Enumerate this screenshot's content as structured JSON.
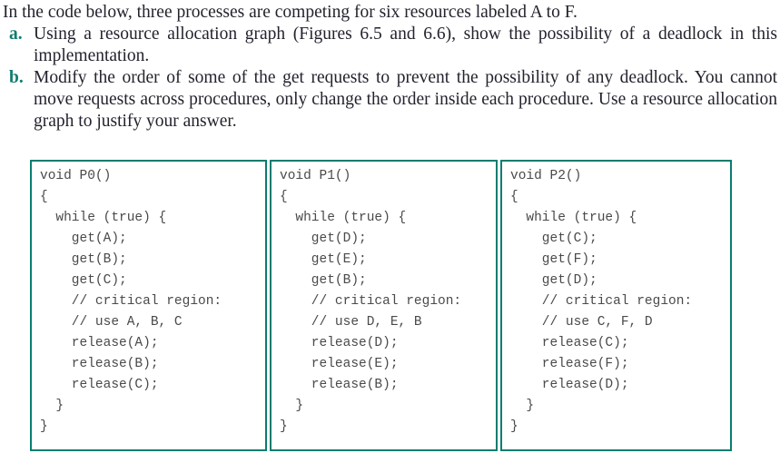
{
  "exercise": {
    "intro": "In the code below, three processes are competing for six resources labeled A to F.",
    "items": [
      {
        "marker": "a.",
        "text": "Using a resource allocation graph (Figures 6.5 and 6.6), show the possibility of a deadlock in this implementation."
      },
      {
        "marker": "b.",
        "text": "Modify the order of some of the get requests to prevent the possibility of any deadlock. You cannot move requests across procedures, only change the order inside each procedure. Use a resource allocation graph to justify your answer."
      }
    ]
  },
  "code_boxes": [
    {
      "process": "P0",
      "lines": [
        "void P0()",
        "{",
        "  while (true) {",
        "    get(A);",
        "    get(B);",
        "    get(C);",
        "    // critical region:",
        "    // use A, B, C",
        "    release(A);",
        "    release(B);",
        "    release(C);",
        "  }",
        "}"
      ]
    },
    {
      "process": "P1",
      "lines": [
        "void P1()",
        "{",
        "  while (true) {",
        "    get(D);",
        "    get(E);",
        "    get(B);",
        "    // critical region:",
        "    // use D, E, B",
        "    release(D);",
        "    release(E);",
        "    release(B);",
        "  }",
        "}"
      ]
    },
    {
      "process": "P2",
      "lines": [
        "void P2()",
        "{",
        "  while (true) {",
        "    get(C);",
        "    get(F);",
        "    get(D);",
        "    // critical region:",
        "    // use C, F, D",
        "    release(C);",
        "    release(F);",
        "    release(D);",
        "  }",
        "}"
      ]
    }
  ],
  "colors": {
    "accent_teal": "#0a7d6f",
    "marker_teal": "#107c70",
    "body_text": "#23232e",
    "code_text": "#4a4a4a"
  }
}
